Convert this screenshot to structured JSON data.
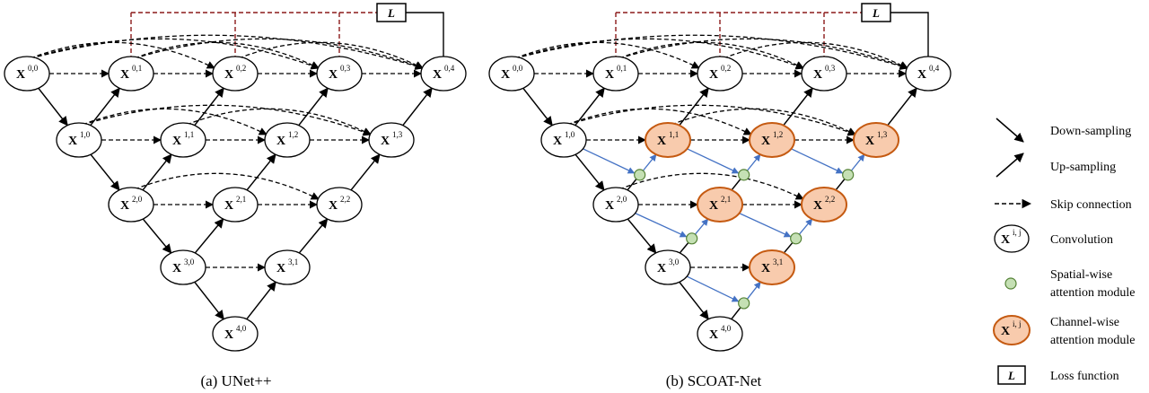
{
  "loss_label": "L",
  "captions": {
    "unet": "(a) UNet++",
    "scoat": "(b) SCOAT-Net"
  },
  "nodes": {
    "x00": "0,0",
    "x01": "0,1",
    "x02": "0,2",
    "x03": "0,3",
    "x04": "0,4",
    "x10": "1,0",
    "x11": "1,1",
    "x12": "1,2",
    "x13": "1,3",
    "x20": "2,0",
    "x21": "2,1",
    "x22": "2,2",
    "x30": "3,0",
    "x31": "3,1",
    "x40": "4,0"
  },
  "node_letter": "X",
  "legend": {
    "down": "Down-sampling",
    "up": "Up-sampling",
    "skip": "Skip connection",
    "conv": "Convolution",
    "conv_sup": "i, j",
    "spatial_1": "Spatial-wise",
    "spatial_2": "attention module",
    "channel_1": "Channel-wise",
    "channel_2": "attention module",
    "channel_sup": "i, j",
    "loss": "Loss function"
  },
  "colors": {
    "loss_line": "#8b1a1a",
    "attention_arrow": "#4472c4",
    "spatial_fill": "#c5e0b4",
    "spatial_stroke": "#548235",
    "channel_fill": "#f8cbad",
    "channel_stroke": "#c55a11"
  }
}
